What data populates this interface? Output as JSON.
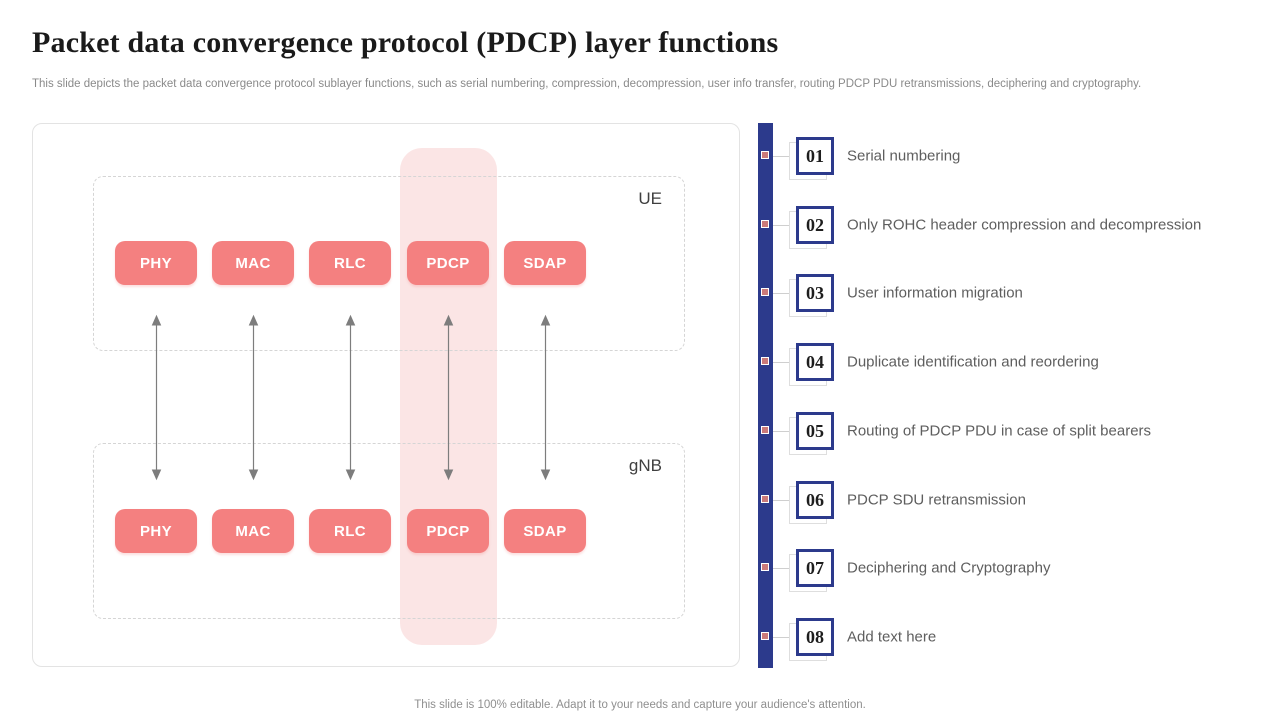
{
  "slide": {
    "title": "Packet data convergence protocol (PDCP) layer functions",
    "subtitle": "This slide depicts the packet data convergence protocol sublayer functions, such as serial numbering, compression, decompression, user info transfer, routing PDCP PDU retransmissions, deciphering and cryptography.",
    "footer": "This slide is 100% editable. Adapt it to your needs and capture your audience's attention."
  },
  "diagram": {
    "ue_label": "UE",
    "gnb_label": "gNB",
    "layers": [
      "PHY",
      "MAC",
      "RLC",
      "PDCP",
      "SDAP"
    ],
    "highlighted_layer": "PDCP"
  },
  "functions": {
    "items": [
      {
        "number": "01",
        "label": "Serial numbering"
      },
      {
        "number": "02",
        "label": "Only ROHC header compression and decompression"
      },
      {
        "number": "03",
        "label": "User information migration"
      },
      {
        "number": "04",
        "label": "Duplicate identification and reordering"
      },
      {
        "number": "05",
        "label": "Routing of PDCP PDU in case of split bearers"
      },
      {
        "number": "06",
        "label": "PDCP SDU retransmission"
      },
      {
        "number": "07",
        "label": "Deciphering and Cryptography"
      },
      {
        "number": "08",
        "label": "Add text here"
      }
    ]
  },
  "colors": {
    "accent_salmon": "#F48080",
    "accent_salmon_light": "#FBE5E5",
    "accent_navy": "#2C3A8C",
    "marker_pink": "#CB7A7A",
    "text_gray": "#5E5E5E"
  }
}
